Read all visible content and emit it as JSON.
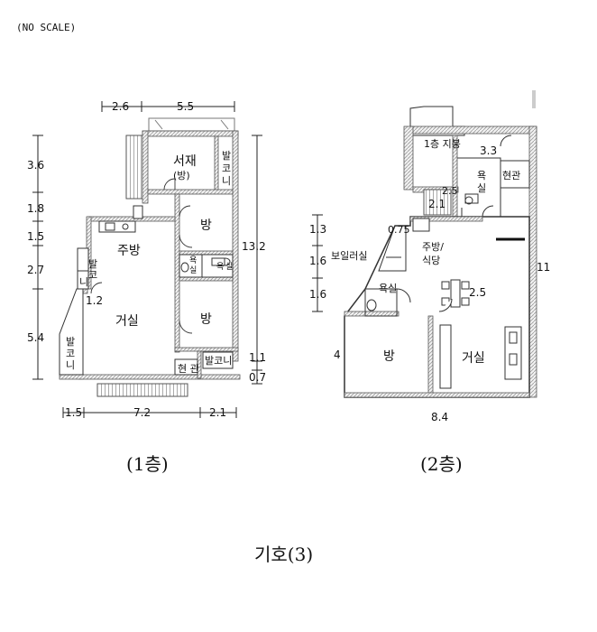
{
  "note": "(NO SCALE)",
  "plan1": {
    "caption": "(1층)",
    "top_dims": [
      "2.6",
      "5.5"
    ],
    "left_dims": [
      "3.6",
      "1.8",
      "1.5",
      "2.7",
      "5.4"
    ],
    "right_dims": [
      "13.2",
      "1.1",
      "0.7"
    ],
    "bottom_dims": [
      "1.5",
      "7.2",
      "2.1"
    ],
    "inner_dim": "1.2",
    "rooms": {
      "study": "서재",
      "study_sub": "(방)",
      "balcony_top": [
        "발",
        "코",
        "니"
      ],
      "room_a": "방",
      "kitchen": "주방",
      "bath_v": [
        "욕",
        "실"
      ],
      "bath2_v": [
        "욕",
        "실"
      ],
      "balcony_small": [
        "발",
        "코",
        "니"
      ],
      "living": "거실",
      "room_b": "방",
      "balcony_left": [
        "발",
        "코",
        "니"
      ],
      "entrance": "현 관",
      "balcony_bottom": "발코니"
    }
  },
  "plan2": {
    "caption": "(2층)",
    "roof": "1층 지붕",
    "dims": {
      "d33": "3.3",
      "d25a": "2.5",
      "d21": "2.1",
      "d075": "0.75",
      "d25b": "2.5",
      "d11": "11",
      "d4": "4",
      "d84": "8.4",
      "left": [
        "1.3",
        "1.6",
        "1.6"
      ]
    },
    "rooms": {
      "bath_v": [
        "욕",
        "실"
      ],
      "entrance": "현관",
      "kitchen1": "주방/",
      "kitchen2": "식당",
      "boiler": "보일러실",
      "bath_small": "욕실",
      "room": "방",
      "living": "거실"
    }
  },
  "legend": "기호(3)"
}
